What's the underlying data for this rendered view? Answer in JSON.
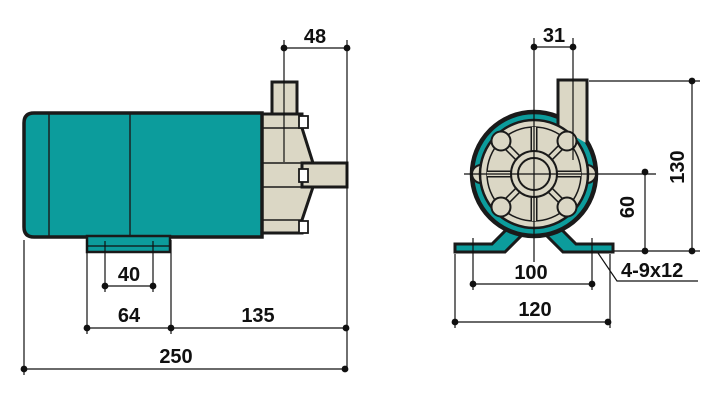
{
  "drawing": {
    "type": "engineering-dimension-drawing",
    "subject": "magnetic drive pump, two orthographic views",
    "colors": {
      "motor_body_teal": "#0C9C9C",
      "pump_casing_cream": "#DBD7C5",
      "outline_black": "#1A1A1A",
      "background": "#FFFFFF"
    },
    "side_view": {
      "description": "left view: teal motor with cream pump head, discharge port up, suction port right, mounting foot below",
      "dims": {
        "port_center_to_suction_end": "48",
        "foot_slot_pitch": "40",
        "foot_length": "64",
        "foot_to_suction_end": "135",
        "overall_length": "250"
      }
    },
    "front_view": {
      "description": "right view: circular pump casing with 8 ribs, offset discharge pipe, angled mounting feet",
      "dims": {
        "discharge_offset": "31",
        "overall_height": "130",
        "axis_height": "60",
        "mount_slot_pitch": "100",
        "base_width": "120",
        "mount_slots": "4-9x12"
      }
    }
  }
}
